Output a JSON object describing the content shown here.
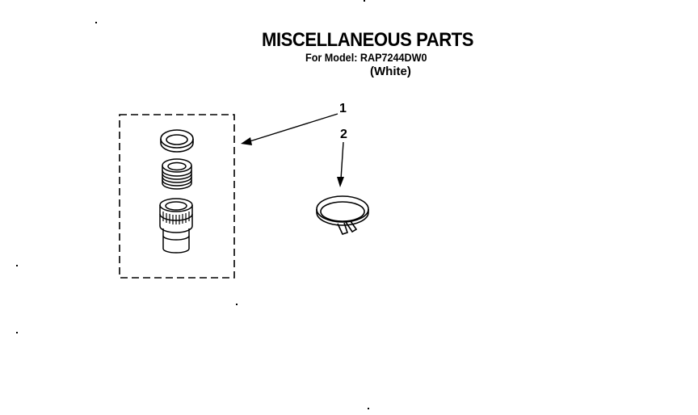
{
  "header": {
    "title": "MISCELLANEOUS PARTS",
    "model_line": "For Model: RAP7244DW0",
    "color_line": "(White)"
  },
  "callouts": [
    {
      "number": "1",
      "part": "fitting kit (seal ring, threaded adapter, coupling)"
    },
    {
      "number": "2",
      "part": "hose clamp"
    }
  ],
  "style": {
    "line_color": "#000000",
    "background": "#ffffff"
  }
}
